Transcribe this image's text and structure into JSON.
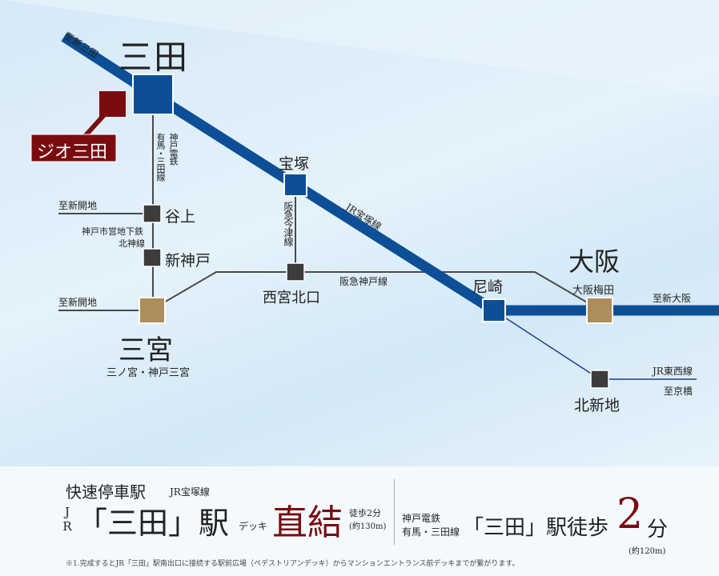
{
  "colors": {
    "jr_line": "#0c4f96",
    "gray_line": "#4a4a4a",
    "station_dark": "#3e3b3c",
    "station_tan": "#ad8d5c",
    "property": "#7a0c10"
  },
  "map": {
    "to_shin_sanda": "至新三田",
    "sanda": "三田",
    "property_label": "ジオ三田",
    "kobe_dentetsu": "神戸電鉄",
    "arima_sanda_line": "有馬・三田線",
    "takarazuka": "宝塚",
    "jr_takarazuka_line": "JR宝塚線",
    "hankyu_imazu_line": "阪急今津線",
    "to_shinkaichi_1": "至新開地",
    "tanigami": "谷上",
    "subway_line_1": "神戸市営地下鉄",
    "subway_line_2": "北神線",
    "shin_kobe": "新神戸",
    "to_shinkaichi_2": "至新開地",
    "sannomiya": "三宮",
    "sannomiya_sub": "三ノ宮・神戸三宮",
    "nishinomiya_kitaguchi": "西宮北口",
    "hankyu_kobe_line": "阪急神戸線",
    "amagasaki": "尼崎",
    "osaka": "大阪",
    "osaka_umeda": "大阪梅田",
    "to_shin_osaka": "至新大阪",
    "jr_tozai_line": "JR東西線",
    "to_kyobashi": "至京橋",
    "kitashinchi": "北新地"
  },
  "info": {
    "rapid_stop": "快速停車駅",
    "rapid_line": "JR宝塚線",
    "jr": "JR",
    "station_name": "「三田」駅",
    "deck": "デッキ",
    "direct": "直結",
    "walk1": "徒歩2分",
    "walk1_dist": "(約130m)",
    "kd_line_1": "神戸電鉄",
    "kd_line_2": "有馬・三田線",
    "station_name2": "「三田」駅徒歩",
    "minutes": "2",
    "fun": "分",
    "walk2_dist": "(約120m)",
    "note": "※1.完成するとJR「三田」駅南出口に接続する駅前広場（ペデストリアンデッキ）からマンションエントランス前デッキまでが繋がります。"
  }
}
